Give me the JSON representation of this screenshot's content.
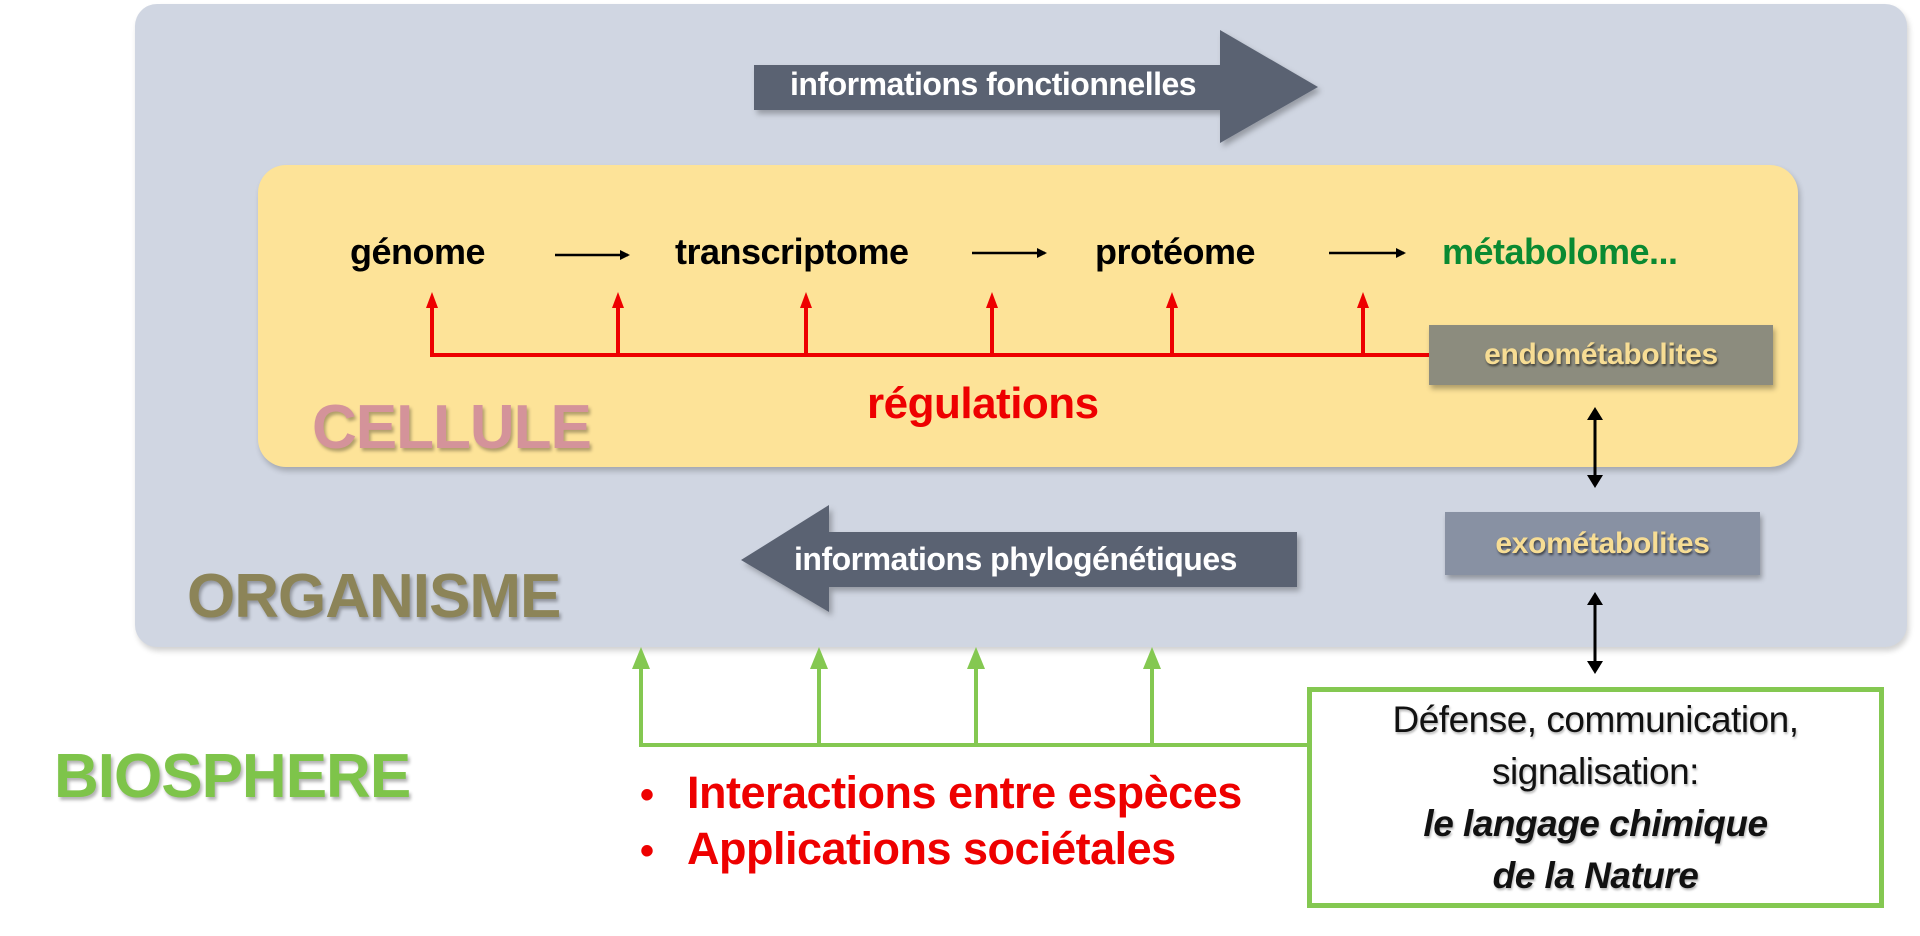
{
  "levels": {
    "organism": "ORGANISME",
    "cell": "CELLULE",
    "biosphere": "BIOSPHERE"
  },
  "arrows": {
    "functional": "informations fonctionnelles",
    "phylogenetic": "informations phylogénétiques"
  },
  "flow": [
    {
      "label": "génome",
      "color": "#000000"
    },
    {
      "label": "transcriptome",
      "color": "#000000"
    },
    {
      "label": "protéome",
      "color": "#000000"
    },
    {
      "label": "métabolome...",
      "color": "#0a8a32"
    }
  ],
  "regulations": {
    "label": "régulations",
    "arrow_count": 6,
    "color": "#ee0000"
  },
  "metabolites": {
    "endo": "endométabolites",
    "exo": "exométabolites"
  },
  "nature_box": {
    "lines": [
      "Défense,  communication,",
      "signalisation:"
    ],
    "emphasis_lines": [
      "le langage chimique",
      "de la Nature"
    ]
  },
  "biosphere_links": {
    "arrow_count": 4,
    "color": "#84c851",
    "bullets": [
      "Interactions entre espèces",
      "Applications sociétales"
    ]
  },
  "colors": {
    "organism_bg": "#d0d6e2",
    "cell_bg": "#fde398",
    "arrow_fill": "#5a6272",
    "regulation_red": "#ee0000",
    "biosphere_green": "#84c851"
  }
}
